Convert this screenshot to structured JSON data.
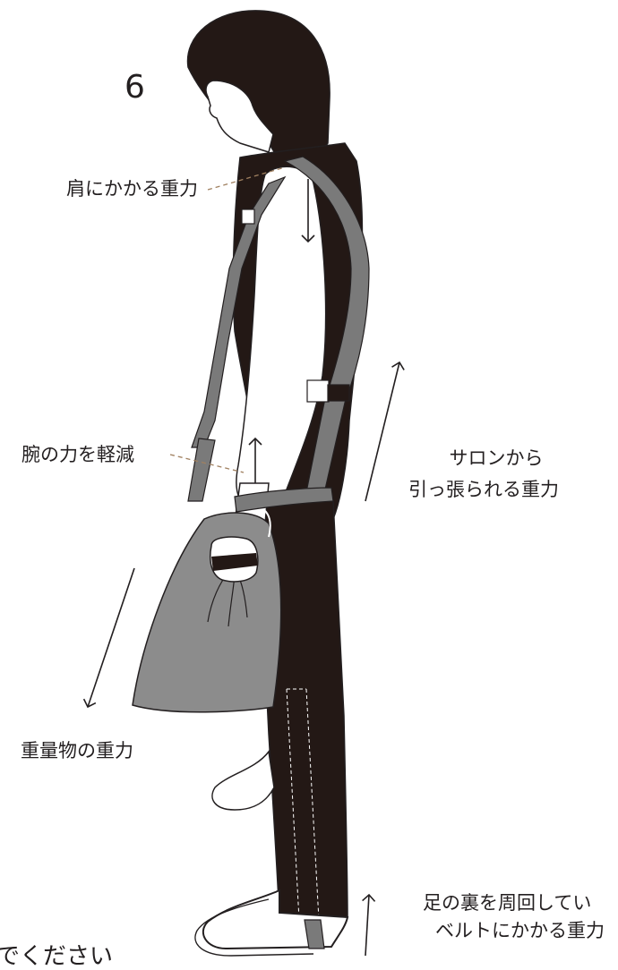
{
  "step_number": "6",
  "labels": {
    "shoulder_gravity": "肩にかかる重力",
    "reduce_arm_force": "腕の力を軽減",
    "salon_pull_line1": "サロンから",
    "salon_pull_line2": "引っ張られる重力",
    "load_gravity": "重量物の重力",
    "foot_belt_line1": "足の裏を周回してい",
    "foot_belt_line2": "ベルトにかかる重力",
    "bottom_cut_text": "でください"
  },
  "colors": {
    "garment": "#231815",
    "bag": "#8c8c8c",
    "strap": "#7a7a7a",
    "outline": "#231f20",
    "leader": "#a08060"
  }
}
